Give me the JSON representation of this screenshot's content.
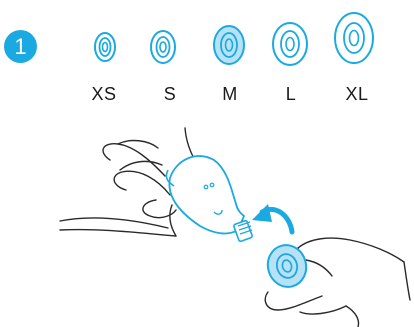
{
  "step": {
    "number": "1"
  },
  "sizes": [
    {
      "label": "XS",
      "selected": false
    },
    {
      "label": "S",
      "selected": false
    },
    {
      "label": "M",
      "selected": true
    },
    {
      "label": "L",
      "selected": false
    },
    {
      "label": "XL",
      "selected": false
    }
  ],
  "colors": {
    "accent": "#1aa9e0",
    "selected_fill": "#b7e2f6",
    "line": "#2a2a2a",
    "text": "#1a1a1a"
  },
  "icons": {
    "step": "step-number-badge",
    "eartip": "ear-tip-icon",
    "arrow": "curved-arrow-icon"
  }
}
